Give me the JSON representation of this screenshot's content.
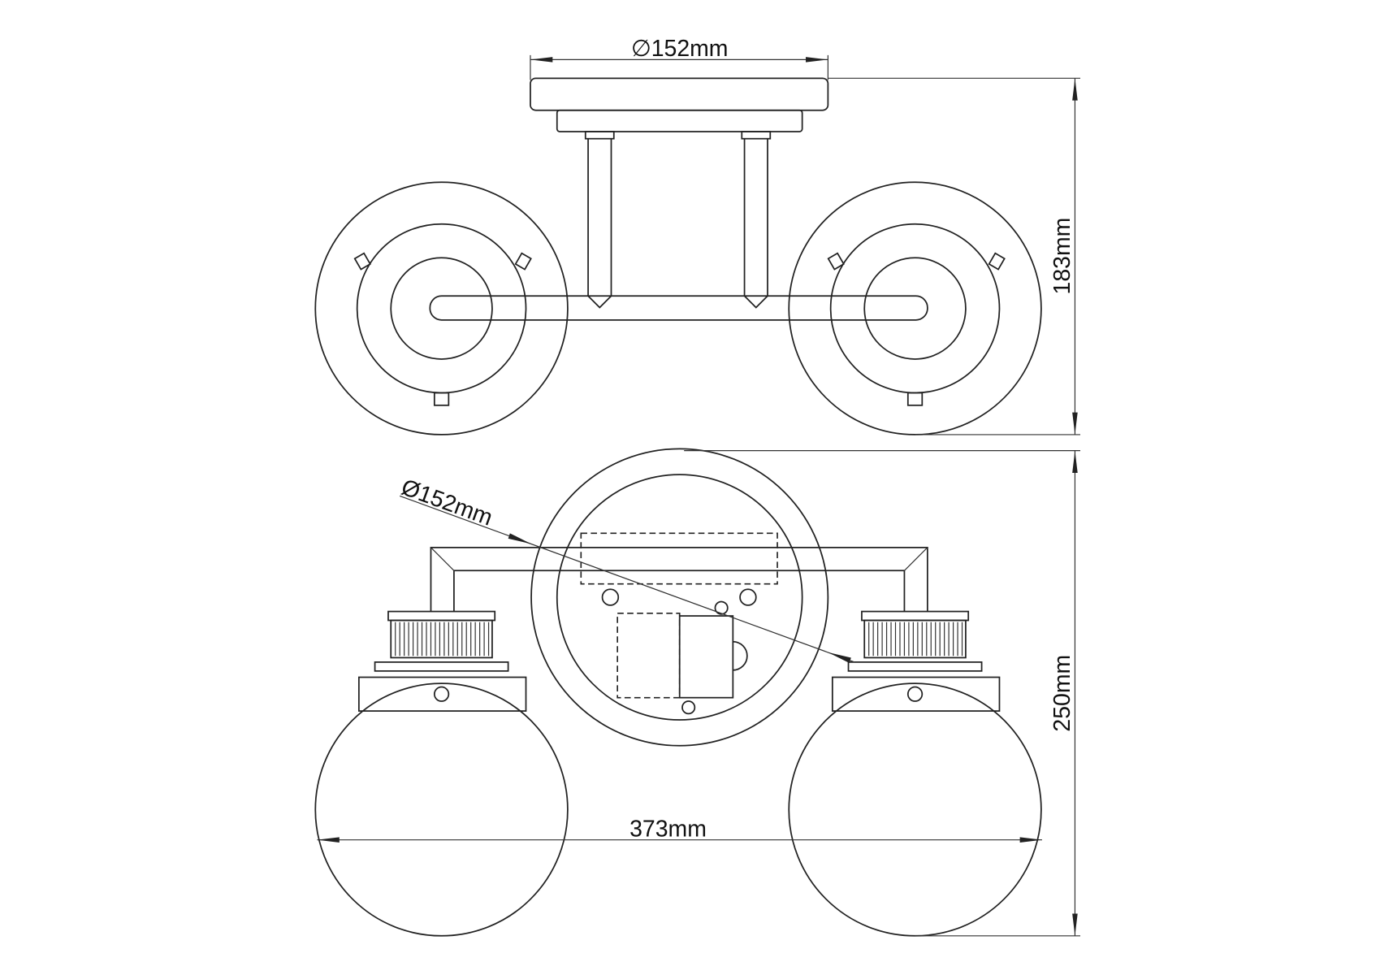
{
  "dimensions": {
    "top_canopy_diameter": "∅152mm",
    "height_top_view": "183mm",
    "canopy_diameter_bottom_view": "Ø152mm",
    "height_bottom_view": "250mm",
    "overall_width": "373mm"
  },
  "colors": {
    "line": "#222222",
    "background": "#ffffff"
  }
}
